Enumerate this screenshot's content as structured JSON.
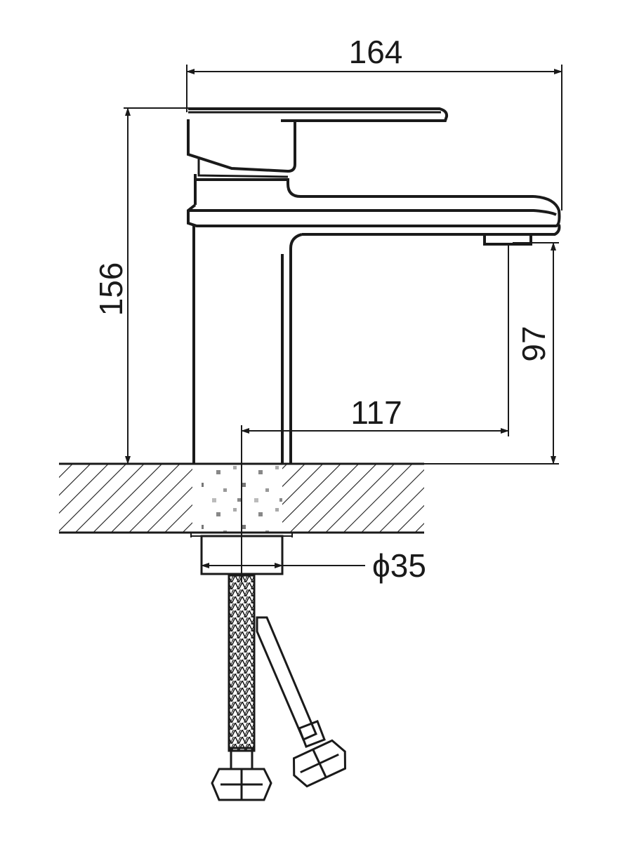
{
  "drawing": {
    "line_color": "#1a1a1a",
    "background": "#ffffff",
    "dimensions": {
      "overall_width": "164",
      "overall_height": "156",
      "spout_height": "97",
      "spout_reach": "117",
      "hole_diameter": "ϕ35"
    }
  }
}
